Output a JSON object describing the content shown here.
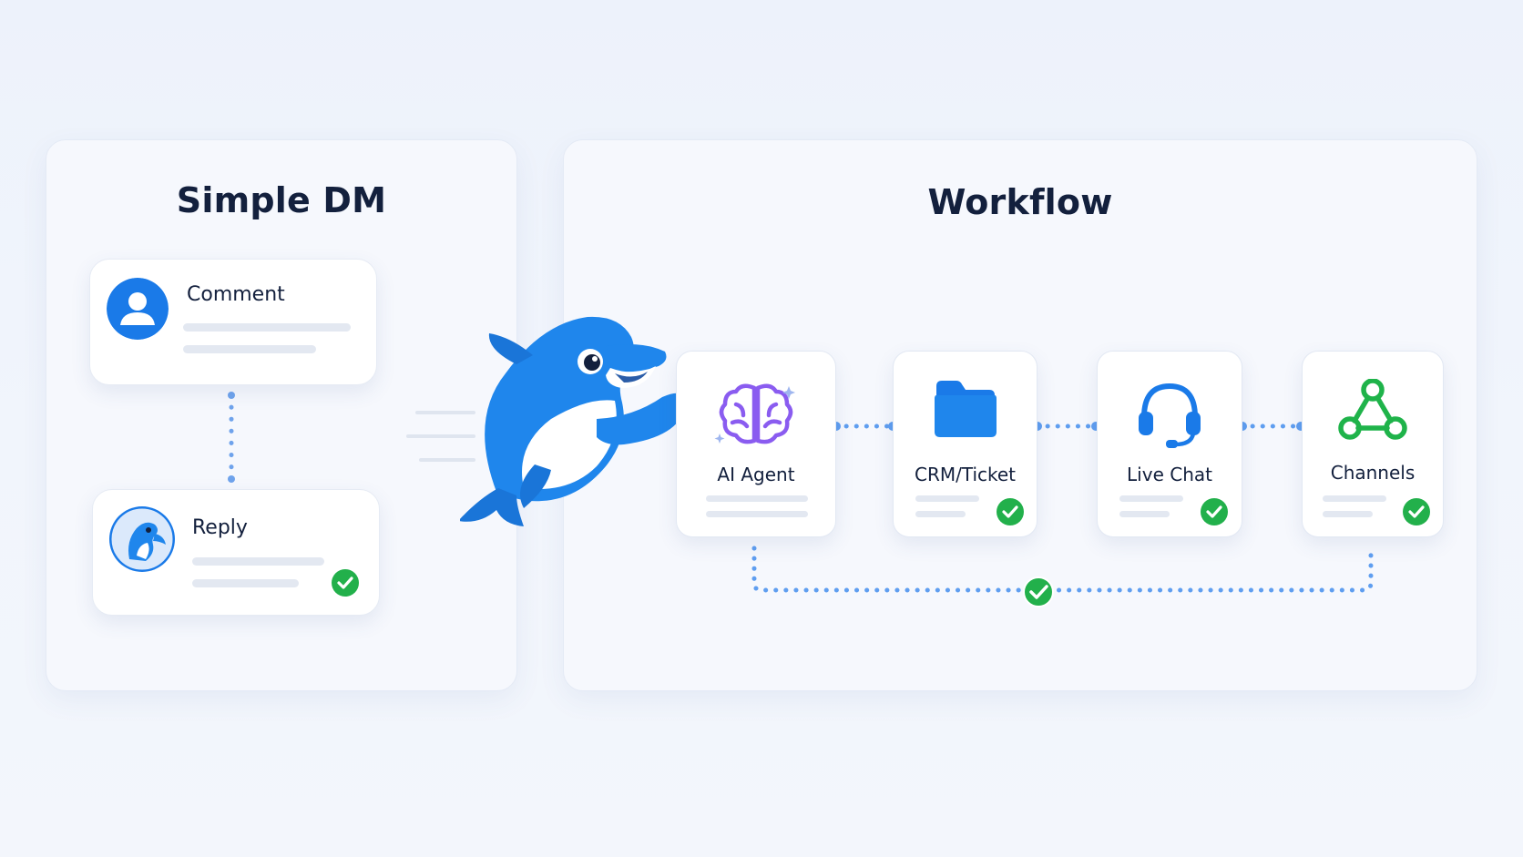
{
  "simple_dm": {
    "title": "Simple DM",
    "comment_label": "Comment",
    "reply_label": "Reply"
  },
  "workflow": {
    "title": "Workflow",
    "nodes": [
      {
        "label": "AI Agent",
        "icon": "brain-sparkle-icon"
      },
      {
        "label": "CRM/Ticket",
        "icon": "folder-icon"
      },
      {
        "label": "Live Chat",
        "icon": "headset-icon"
      },
      {
        "label": "Channels",
        "icon": "network-nodes-icon"
      }
    ]
  },
  "colors": {
    "brand_blue": "#1a7ae8",
    "check_green": "#22b04b",
    "ai_purple": "#8a5cf0",
    "channels_green": "#1fb34a",
    "connector_blue": "#5f9ef0"
  }
}
